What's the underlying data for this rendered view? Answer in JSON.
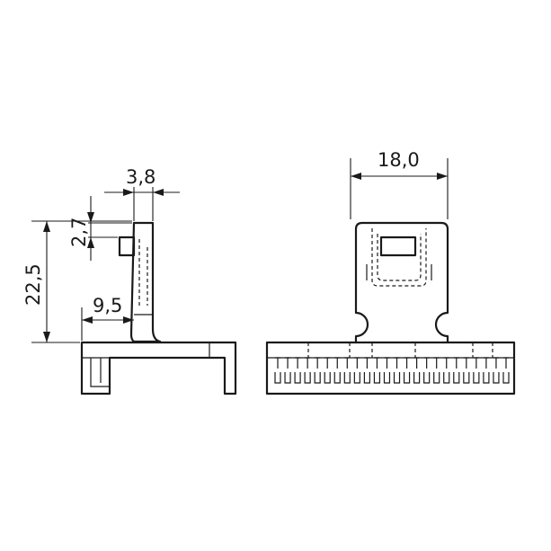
{
  "dimensions": {
    "width_top": "3,8",
    "notch_height": "2,7",
    "total_height": "22,5",
    "offset_width": "9,5",
    "front_width": "18,0"
  },
  "connector": {
    "pin_count": 24
  }
}
